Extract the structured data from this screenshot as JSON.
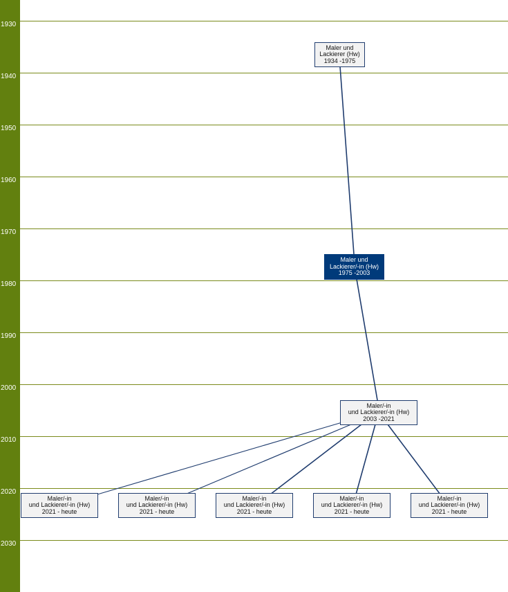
{
  "years": [
    "1930",
    "1940",
    "1950",
    "1960",
    "1970",
    "1980",
    "1990",
    "2000",
    "2010",
    "2020",
    "2030"
  ],
  "nodes": [
    {
      "id": "n1934",
      "line1": "Maler und",
      "line2": "Lackierer (Hw)",
      "period": "1934 -1975",
      "active": false
    },
    {
      "id": "n1975",
      "line1": "Maler und",
      "line2": "Lackierer/-in (Hw)",
      "period": "1975 -2003",
      "active": true
    },
    {
      "id": "n2003",
      "line1": "Maler/-in",
      "line2": "und Lackierer/-in (Hw)",
      "period": "2003 -2021",
      "active": false
    },
    {
      "id": "n2021a",
      "line1": "Maler/-in",
      "line2": "und Lackierer/-in (Hw)",
      "period": "2021 - heute",
      "active": false
    },
    {
      "id": "n2021b",
      "line1": "Maler/-in",
      "line2": "und Lackierer/-in (Hw)",
      "period": "2021 - heute",
      "active": false
    },
    {
      "id": "n2021c",
      "line1": "Maler/-in",
      "line2": "und Lackierer/-in (Hw)",
      "period": "2021 - heute",
      "active": false
    },
    {
      "id": "n2021d",
      "line1": "Maler/-in",
      "line2": "und Lackierer/-in (Hw)",
      "period": "2021 - heute",
      "active": false
    },
    {
      "id": "n2021e",
      "line1": "Maler/-in",
      "line2": "und Lackierer/-in (Hw)",
      "period": "2021 - heute",
      "active": false
    }
  ],
  "edges": [
    {
      "from": "n1934",
      "to": "n1975"
    },
    {
      "from": "n1975",
      "to": "n2003"
    },
    {
      "from": "n2003",
      "to": "n2021a"
    },
    {
      "from": "n2003",
      "to": "n2021b"
    },
    {
      "from": "n2003",
      "to": "n2021c"
    },
    {
      "from": "n2003",
      "to": "n2021d"
    },
    {
      "from": "n2003",
      "to": "n2021e"
    }
  ],
  "colors": {
    "sidebar": "#62800f",
    "gridline": "#7a8a1a",
    "active_fill": "#003a7a",
    "node_fill": "#f2f2f2",
    "edge": "#1f3c6e"
  }
}
